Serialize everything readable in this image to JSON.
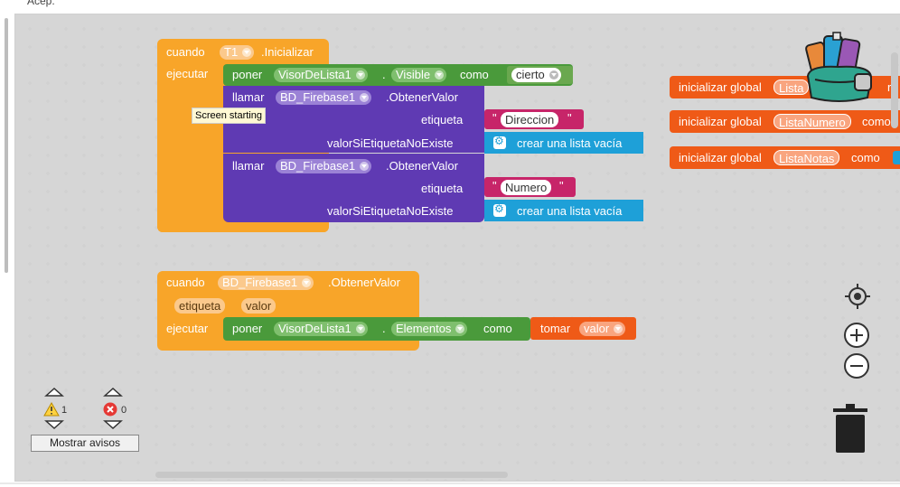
{
  "top_label": "Aceptar",
  "block1": {
    "when": "cuando",
    "component": "T1",
    "event": ".Inicializar",
    "do": "ejecutar",
    "set": "poner",
    "set_component": "VisorDeLista1",
    "set_property": "Visible",
    "set_to": "como",
    "set_value": "cierto",
    "call1": {
      "call": "llamar",
      "component": "BD_Firebase1",
      "method": ".ObtenerValor",
      "tag_label": "etiqueta",
      "tag_value": "Direccion",
      "default_label": "valorSiEtiquetaNoExiste",
      "default_value": "crear una lista vacía"
    },
    "call2": {
      "call": "llamar",
      "component": "BD_Firebase1",
      "method": ".ObtenerValor",
      "tag_label": "etiqueta",
      "tag_value": "Numero",
      "default_label": "valorSiEtiquetaNoExiste",
      "default_value": "crear una lista vacía"
    }
  },
  "tooltip": "Screen starting",
  "block2": {
    "when": "cuando",
    "component": "BD_Firebase1",
    "event": ".ObtenerValor",
    "param1": "etiqueta",
    "param2": "valor",
    "do": "ejecutar",
    "set": "poner",
    "set_component": "VisorDeLista1",
    "set_property": "Elementos",
    "set_to": "como",
    "get": "tomar",
    "get_value": "valor"
  },
  "globals": [
    {
      "prefix": "inicializar global",
      "name": "Lista",
      "suffix": "r"
    },
    {
      "prefix": "inicializar global",
      "name": "ListaNumero",
      "suffix": "como"
    },
    {
      "prefix": "inicializar global",
      "name": "ListaNotas",
      "suffix": "como"
    }
  ],
  "warnings": {
    "count": "1",
    "errors": "0",
    "button": "Mostrar avisos"
  },
  "colors": {
    "event": "#f8a529",
    "set": "#4a9a3b",
    "call": "#5f3ab3",
    "text": "#c72569",
    "list": "#1ea0d8",
    "variable": "#ef5a17"
  }
}
